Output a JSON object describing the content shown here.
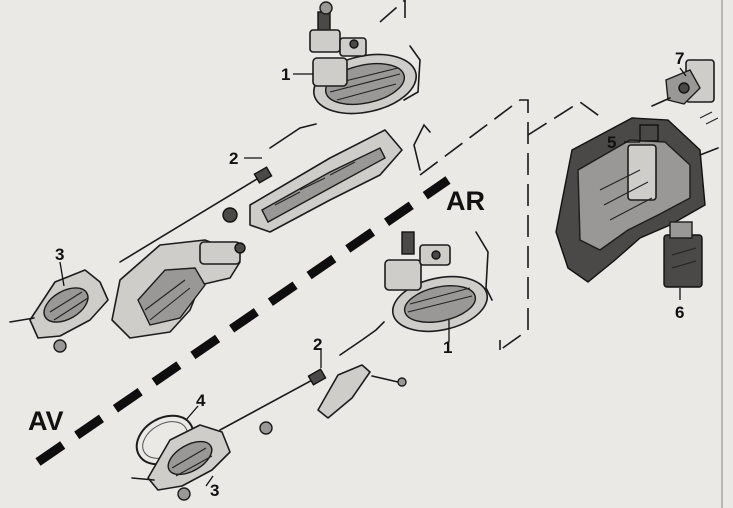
{
  "labels": {
    "front_zone": "AV",
    "rear_zone": "AR",
    "p1_top": "1",
    "p1_bottom": "1",
    "p2_top": "2",
    "p2_bottom": "2",
    "p3_left": "3",
    "p3_bottom": "3",
    "p4": "4",
    "p5": "5",
    "p6": "6",
    "p7": "7"
  }
}
